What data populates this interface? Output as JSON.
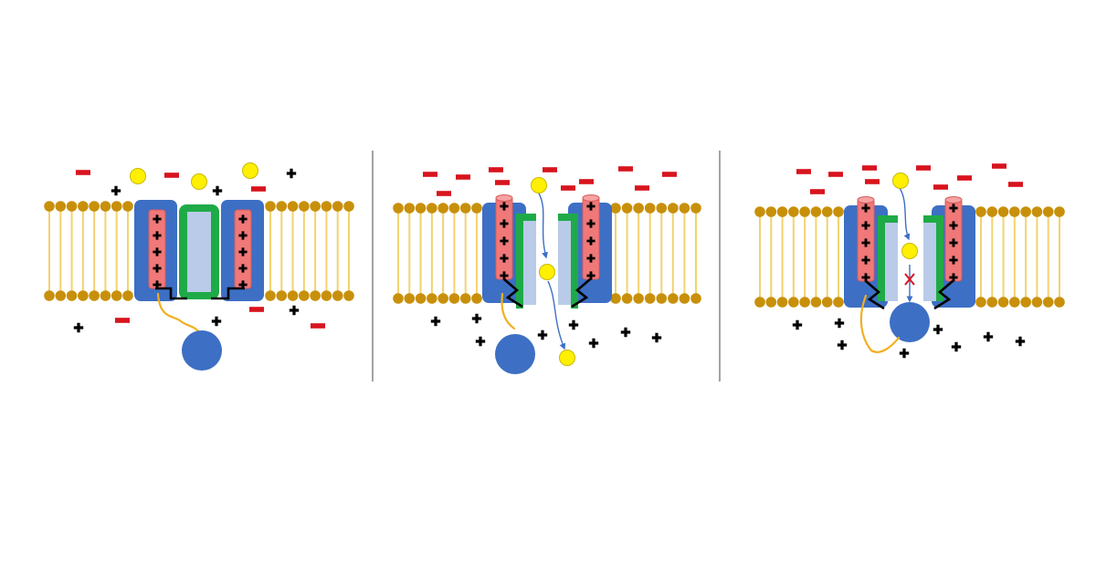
{
  "figure": {
    "panels": [
      {
        "state": "closed"
      },
      {
        "state": "open"
      },
      {
        "state": "inactivated"
      }
    ],
    "colors": {
      "background": "#ffffff",
      "lipid_head": "#c8900a",
      "lipid_tail": "#f2d36e",
      "channel_body": "#3d6fc4",
      "voltage_sensor": "#f07878",
      "voltage_sensor_top": "#f6a2a2",
      "gate_rim": "#1faa48",
      "pore": "#b9cbe8",
      "ball": "#3d6fc4",
      "tether": "#f0b020",
      "ion": "#ffef00",
      "ion_outline": "#c9b900",
      "negative_charge": "#d8141e",
      "positive_charge": "#000000",
      "flow_arrow": "#3d6fc4",
      "block_mark": "#d8141e",
      "divider": "#8c8c8c"
    },
    "icons": {
      "positive_charge": "plus-charge-icon",
      "negative_charge": "minus-charge-icon",
      "ion": "ion-icon",
      "blocked": "blocked-x-icon",
      "flow": "flow-arrow-icon"
    }
  }
}
